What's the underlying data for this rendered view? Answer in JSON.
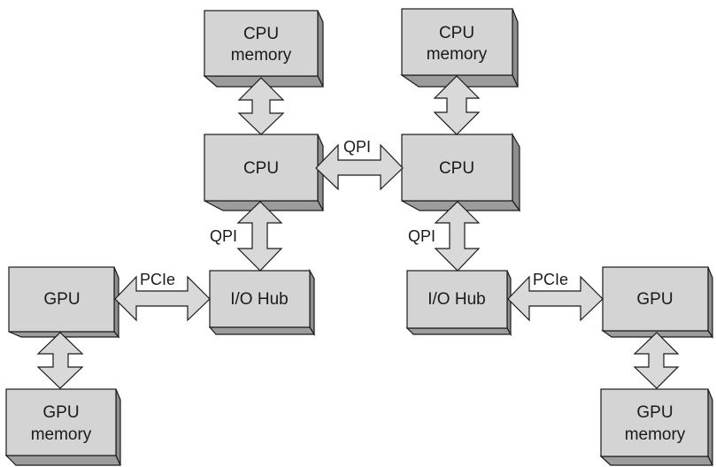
{
  "diagram": {
    "nodes": {
      "cpu_mem_left": {
        "lines": [
          "CPU",
          "memory"
        ]
      },
      "cpu_left": {
        "lines": [
          "CPU"
        ]
      },
      "cpu_mem_right": {
        "lines": [
          "CPU",
          "memory"
        ]
      },
      "cpu_right": {
        "lines": [
          "CPU"
        ]
      },
      "iohub_left": {
        "lines": [
          "I/O Hub"
        ]
      },
      "iohub_right": {
        "lines": [
          "I/O Hub"
        ]
      },
      "gpu_left": {
        "lines": [
          "GPU"
        ]
      },
      "gpu_right": {
        "lines": [
          "GPU"
        ]
      },
      "gpu_mem_left": {
        "lines": [
          "GPU",
          "memory"
        ]
      },
      "gpu_mem_right": {
        "lines": [
          "GPU",
          "memory"
        ]
      }
    },
    "links": {
      "cpu_cpu": {
        "label": "QPI"
      },
      "cpu_iohub_left": {
        "label": "QPI"
      },
      "cpu_iohub_right": {
        "label": "QPI"
      },
      "iohub_gpu_left": {
        "label": "PCIe"
      },
      "iohub_gpu_right": {
        "label": "PCIe"
      },
      "cpu_mem_left": {
        "label": ""
      },
      "cpu_mem_right": {
        "label": ""
      },
      "gpu_mem_left": {
        "label": ""
      },
      "gpu_mem_right": {
        "label": ""
      }
    }
  }
}
